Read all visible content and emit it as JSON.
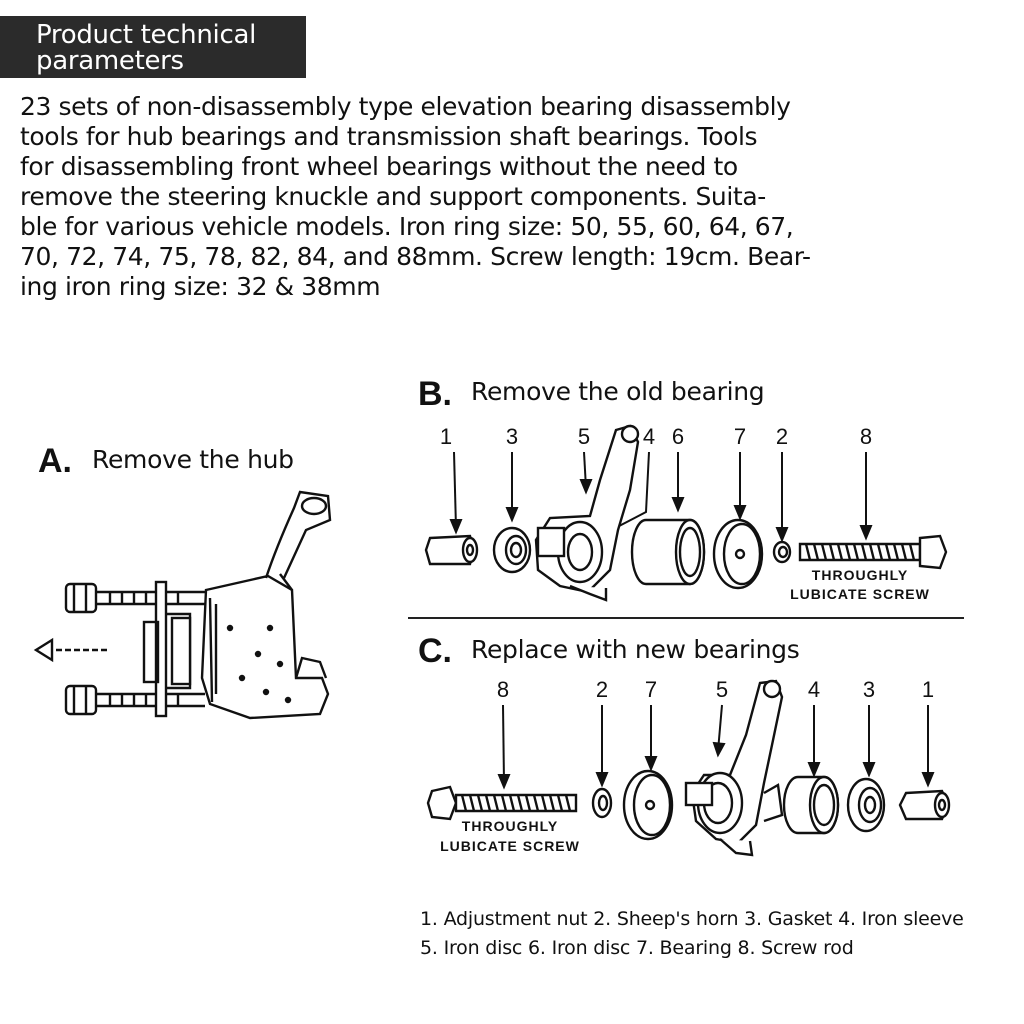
{
  "header": {
    "title_line1": "Product technical",
    "title_line2": "parameters"
  },
  "description": {
    "lines": [
      "23 sets of non-disassembly type elevation bearing disassembly",
      "tools for hub bearings and transmission shaft bearings. Tools",
      "for disassembling front wheel bearings without the need to",
      "remove the steering knuckle and support components. Suita-",
      "ble for various vehicle models. Iron ring size: 50, 55, 60, 64, 67,",
      "70, 72, 74, 75, 78, 82, 84, and 88mm. Screw length: 19cm. Bear-",
      "ing iron ring size: 32 & 38mm"
    ]
  },
  "section_a": {
    "letter": "A.",
    "title": "Remove the hub"
  },
  "section_b": {
    "letter": "B.",
    "title": "Remove the old bearing",
    "numbers": [
      "1",
      "3",
      "5",
      "4",
      "6",
      "7",
      "2",
      "8"
    ],
    "screw_caption_line1": "THROUGHLY",
    "screw_caption_line2": "LUBICATE SCREW"
  },
  "section_c": {
    "letter": "C.",
    "title": "Replace with new bearings",
    "numbers": [
      "8",
      "2",
      "7",
      "5",
      "4",
      "3",
      "1"
    ],
    "screw_caption_line1": "THROUGHLY",
    "screw_caption_line2": "LUBICATE SCREW"
  },
  "legend": {
    "line1": "1. Adjustment nut 2. Sheep's horn 3. Gasket 4. Iron sleeve",
    "line2": "5. Iron disc 6. Iron disc 7. Bearing 8. Screw rod"
  },
  "colors": {
    "header_bg": "#2b2b2b",
    "header_text": "#ffffff",
    "ink": "#111111"
  }
}
